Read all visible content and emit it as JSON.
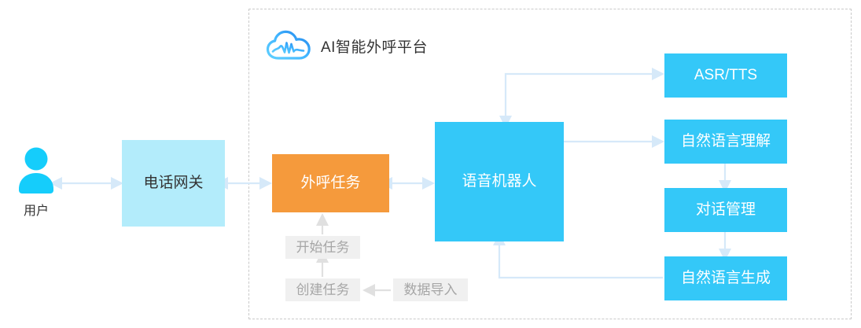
{
  "diagram": {
    "title": "AI智能外呼平台",
    "logo_icon": "cloud-icon",
    "boundary_label": "AI智能外呼平台"
  },
  "actor": {
    "icon": "user-icon",
    "label": "用户"
  },
  "nodes": {
    "telephone_gateway": {
      "label": "电话网关",
      "color": "#b3ecfb",
      "text_color": "#333333"
    },
    "outbound_task": {
      "label": "外呼任务",
      "color": "#f59a3c",
      "text_color": "#ffffff"
    },
    "voice_robot": {
      "label": "语音机器人",
      "color": "#34c8f8",
      "text_color": "#ffffff"
    },
    "asr_tts": {
      "label": "ASR/TTS",
      "color": "#34c8f8",
      "text_color": "#ffffff"
    },
    "nlu": {
      "label": "自然语言理解",
      "color": "#34c8f8",
      "text_color": "#ffffff"
    },
    "dialogue_mgmt": {
      "label": "对话管理",
      "color": "#34c8f8",
      "text_color": "#ffffff"
    },
    "nlg": {
      "label": "自然语言生成",
      "color": "#34c8f8",
      "text_color": "#ffffff"
    },
    "start_task": {
      "label": "开始任务",
      "color": "#f0f0f0",
      "text_color": "#a6a6a6"
    },
    "create_task": {
      "label": "创建任务",
      "color": "#f0f0f0",
      "text_color": "#a6a6a6"
    },
    "data_import": {
      "label": "数据导入",
      "color": "#f0f0f0",
      "text_color": "#a6a6a6"
    }
  },
  "colors": {
    "cyan": "#34c8f8",
    "light_blue": "#b3ecfb",
    "orange": "#f59a3c",
    "gray_box": "#f0f0f0",
    "gray_text": "#a6a6a6",
    "connector": "#d6e9f9",
    "connector_gray": "#e0e0e0",
    "boundary": "#c9c9c9"
  }
}
